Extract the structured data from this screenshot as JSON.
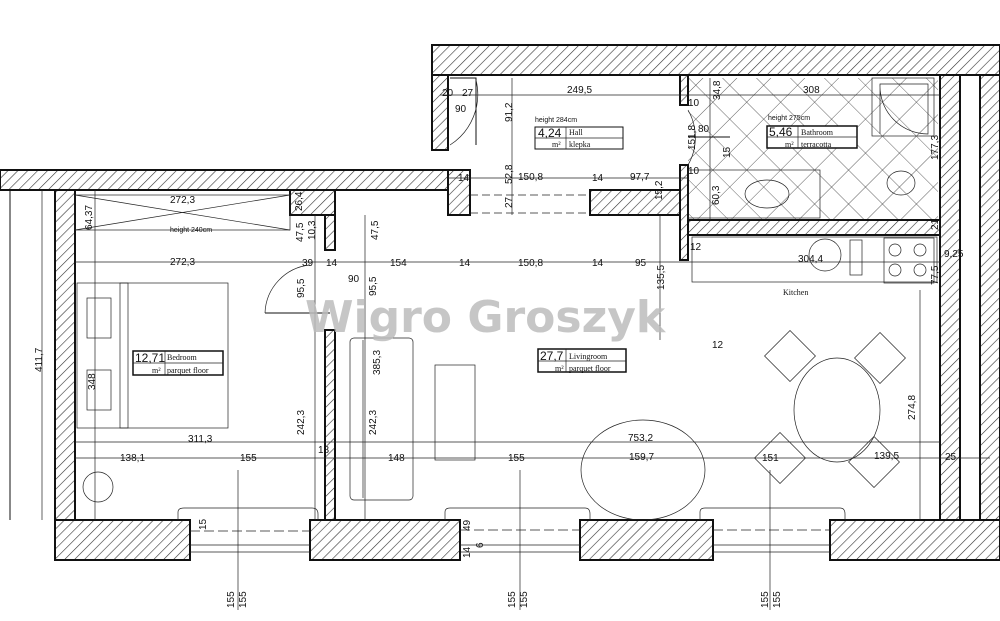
{
  "watermark": "Wigro Groszyk",
  "rooms": {
    "hall": {
      "area": "4,24",
      "name": "Hall",
      "unit": "m²",
      "floor": "klepka",
      "height": "height 284cm"
    },
    "bathroom": {
      "area": "5,46",
      "name": "Bathroom",
      "unit": "m²",
      "floor": "terracotta",
      "height": "height 275cm"
    },
    "bedroom": {
      "area": "12,71",
      "name": "Bedroom",
      "unit": "m²",
      "floor": "parquet floor"
    },
    "livingroom": {
      "area": "27,7",
      "name": "Livingroom",
      "unit": "m²",
      "floor": "parquet floor"
    },
    "kitchen": {
      "name": "Kitchen"
    },
    "wardrobe": {
      "height": "height 240cm"
    }
  },
  "dimensions": {
    "d20": "20",
    "d27a": "27",
    "d90a": "90",
    "d249_5": "249,5",
    "d91_2": "91,2",
    "d151_8": "151,8",
    "d10a": "10",
    "d34_8": "34,8",
    "d308": "308",
    "d80": "80",
    "d10b": "10",
    "d177_3": "177,3",
    "d14a": "14",
    "d52_8": "52,8",
    "d150_8a": "150,8",
    "d14b": "14",
    "d97_7": "97,7",
    "d27b": "27",
    "d15_2": "15,2",
    "d60_3": "60,3",
    "d21": "21",
    "d272_3a": "272,3",
    "d26_4": "26,4",
    "d64_37": "64,37",
    "d47_5a": "47,5",
    "d10_3": "10,3",
    "d47_5b": "47,5",
    "d272_3b": "272,3",
    "d39": "39",
    "d14c": "14",
    "d154": "154",
    "d14d": "14",
    "d150_8b": "150,8",
    "d14e": "14",
    "d95": "95",
    "d135_5": "135,5",
    "d12a": "12",
    "d304_4": "304,4",
    "d77_5": "77,5",
    "d9_25": "9,25",
    "d90b": "90",
    "d95_5a": "95,5",
    "d95_5b": "95,5",
    "d12b": "12",
    "d411_7": "411,7",
    "d348": "348",
    "d385_3": "385,3",
    "d242_3a": "242,3",
    "d242_3b": "242,3",
    "d274_8": "274,8",
    "d311_3": "311,3",
    "d753_2": "753,2",
    "d18": "18",
    "d138_1": "138,1",
    "d155a": "155",
    "d148": "148",
    "d155b": "155",
    "d159_7": "159,7",
    "d151": "151",
    "d139_5": "139,5",
    "d25": "25",
    "d15": "15",
    "d15b": "15",
    "d49": "49",
    "d6": "6",
    "d14f": "14",
    "b1": "155",
    "b2": "155",
    "b3": "155",
    "b4": "155",
    "b5": "155",
    "b6": "155"
  }
}
